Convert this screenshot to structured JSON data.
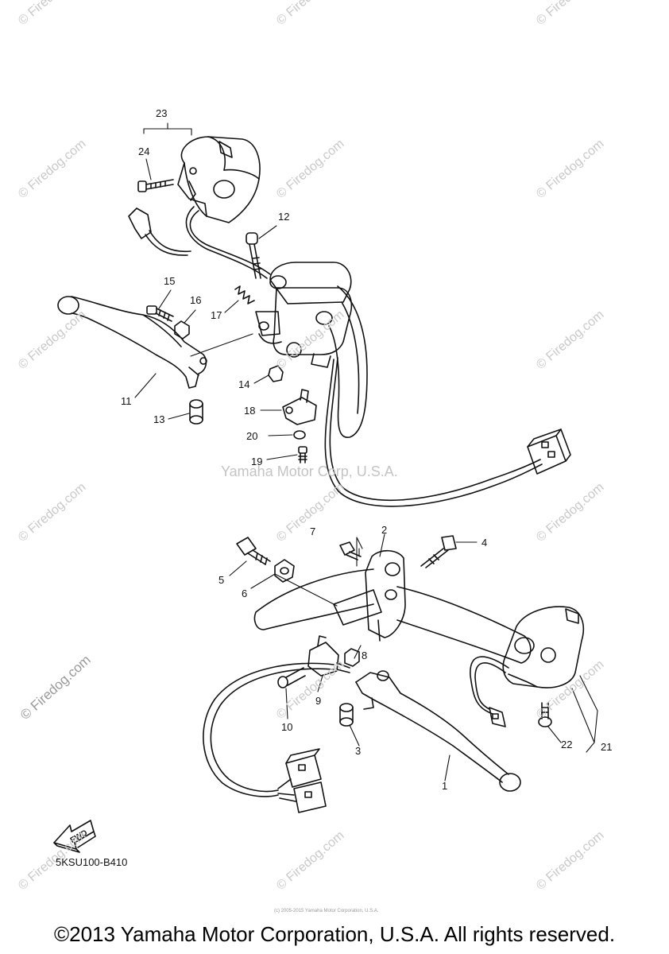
{
  "watermark": {
    "site_text": "© Firedog.com",
    "center_text": "Yamaha Motor Corp, U.S.A."
  },
  "callouts": [
    {
      "id": "1",
      "label": "1"
    },
    {
      "id": "2",
      "label": "2"
    },
    {
      "id": "3",
      "label": "3"
    },
    {
      "id": "4",
      "label": "4"
    },
    {
      "id": "5",
      "label": "5"
    },
    {
      "id": "6",
      "label": "6"
    },
    {
      "id": "7",
      "label": "7"
    },
    {
      "id": "8",
      "label": "8"
    },
    {
      "id": "9",
      "label": "9"
    },
    {
      "id": "10",
      "label": "10"
    },
    {
      "id": "11",
      "label": "11"
    },
    {
      "id": "12",
      "label": "12"
    },
    {
      "id": "13",
      "label": "13"
    },
    {
      "id": "14",
      "label": "14"
    },
    {
      "id": "15",
      "label": "15"
    },
    {
      "id": "16",
      "label": "16"
    },
    {
      "id": "17",
      "label": "17"
    },
    {
      "id": "18",
      "label": "18"
    },
    {
      "id": "19",
      "label": "19"
    },
    {
      "id": "20",
      "label": "20"
    },
    {
      "id": "21",
      "label": "21"
    },
    {
      "id": "22",
      "label": "22"
    },
    {
      "id": "23",
      "label": "23"
    },
    {
      "id": "24",
      "label": "24"
    }
  ],
  "fwd_label": "FWD",
  "diagram_code": "5KSU100-B410",
  "fine_print": "(c) 2005-2015 Yamaha Motor Corporation, U.S.A.",
  "copyright": "©2013 Yamaha Motor Corporation, U.S.A. All rights reserved."
}
